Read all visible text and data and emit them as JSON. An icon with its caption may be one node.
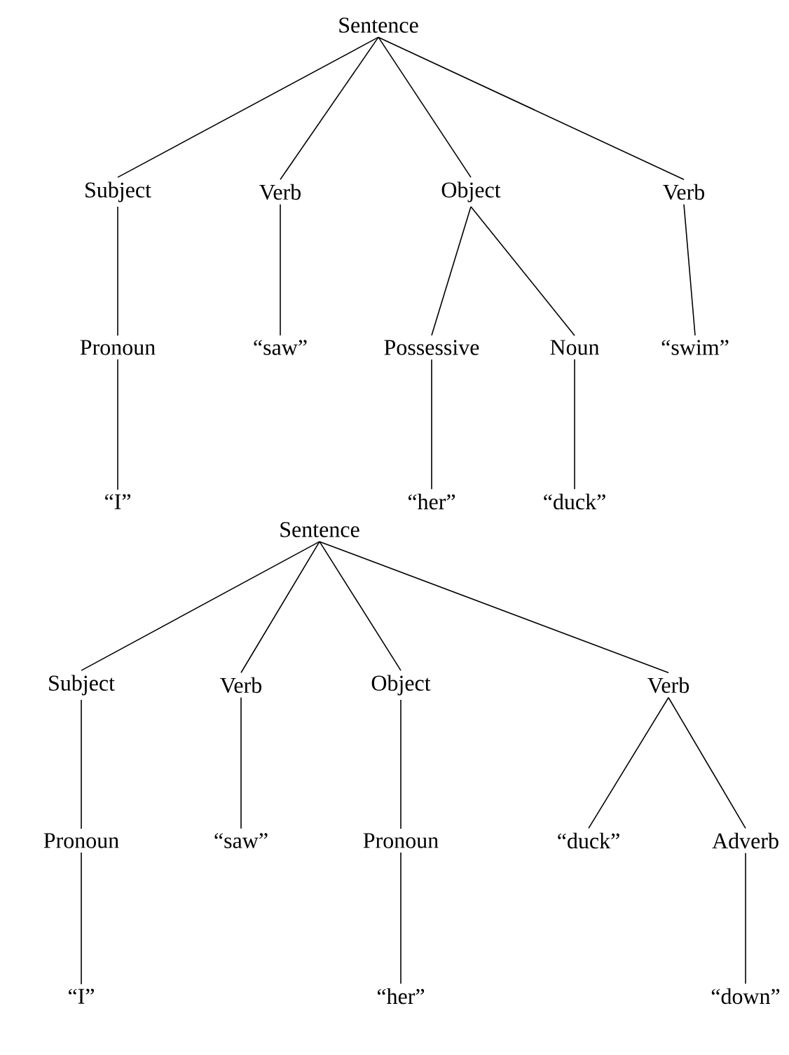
{
  "diagram": {
    "nodes": [
      {
        "text": [
          "Sentence"
        ]
      },
      {
        "text": [
          "Subject"
        ]
      },
      {
        "text": [
          "Verb"
        ]
      },
      {
        "text": [
          "Object"
        ]
      },
      {
        "text": [
          "Verb"
        ]
      },
      {
        "text": [
          "Pronoun"
        ]
      },
      {
        "text": [
          "“saw”"
        ]
      },
      {
        "text": [
          "Possessive"
        ]
      },
      {
        "text": [
          "Noun"
        ]
      },
      {
        "text": [
          "“swim”"
        ]
      },
      {
        "text": [
          "“I”"
        ]
      },
      {
        "text": [
          "“her”"
        ]
      },
      {
        "text": [
          "“duck”"
        ]
      },
      {
        "text": [
          "Sentence"
        ]
      },
      {
        "text": [
          "Subject"
        ]
      },
      {
        "text": [
          "Verb"
        ]
      },
      {
        "text": [
          "Object"
        ]
      },
      {
        "text": [
          "Verb"
        ]
      },
      {
        "text": [
          "Pronoun"
        ]
      },
      {
        "text": [
          "“saw”"
        ]
      },
      {
        "text": [
          "Pronoun"
        ]
      },
      {
        "text": [
          "“duck”"
        ]
      },
      {
        "text": [
          "Adverb"
        ]
      },
      {
        "text": [
          "“I”"
        ]
      },
      {
        "text": [
          "“her”"
        ]
      },
      {
        "text": [
          "“down”"
        ]
      }
    ],
    "edges": [
      {
        "from": 0,
        "to": 1,
        "arrow": "none"
      },
      {
        "from": 0,
        "to": 2,
        "arrow": "none"
      },
      {
        "from": 0,
        "to": 3,
        "arrow": "none"
      },
      {
        "from": 0,
        "to": 4,
        "arrow": "none"
      },
      {
        "from": 1,
        "to": 5,
        "arrow": "none"
      },
      {
        "from": 2,
        "to": 6,
        "arrow": "none"
      },
      {
        "from": 3,
        "to": 7,
        "arrow": "none"
      },
      {
        "from": 3,
        "to": 8,
        "arrow": "none"
      },
      {
        "from": 4,
        "to": 9,
        "arrow": "none"
      },
      {
        "from": 5,
        "to": 10,
        "arrow": "none"
      },
      {
        "from": 7,
        "to": 11,
        "arrow": "none"
      },
      {
        "from": 8,
        "to": 12,
        "arrow": "none"
      },
      {
        "from": 13,
        "to": 14,
        "arrow": "none"
      },
      {
        "from": 13,
        "to": 15,
        "arrow": "none"
      },
      {
        "from": 13,
        "to": 16,
        "arrow": "none"
      },
      {
        "from": 13,
        "to": 17,
        "arrow": "none"
      },
      {
        "from": 14,
        "to": 18,
        "arrow": "none"
      },
      {
        "from": 15,
        "to": 19,
        "arrow": "none"
      },
      {
        "from": 16,
        "to": 20,
        "arrow": "none"
      },
      {
        "from": 17,
        "to": 21,
        "arrow": "none"
      },
      {
        "from": 17,
        "to": 22,
        "arrow": "none"
      },
      {
        "from": 18,
        "to": 23,
        "arrow": "none"
      },
      {
        "from": 20,
        "to": 24,
        "arrow": "none"
      },
      {
        "from": 22,
        "to": 25,
        "arrow": "none"
      }
    ]
  }
}
